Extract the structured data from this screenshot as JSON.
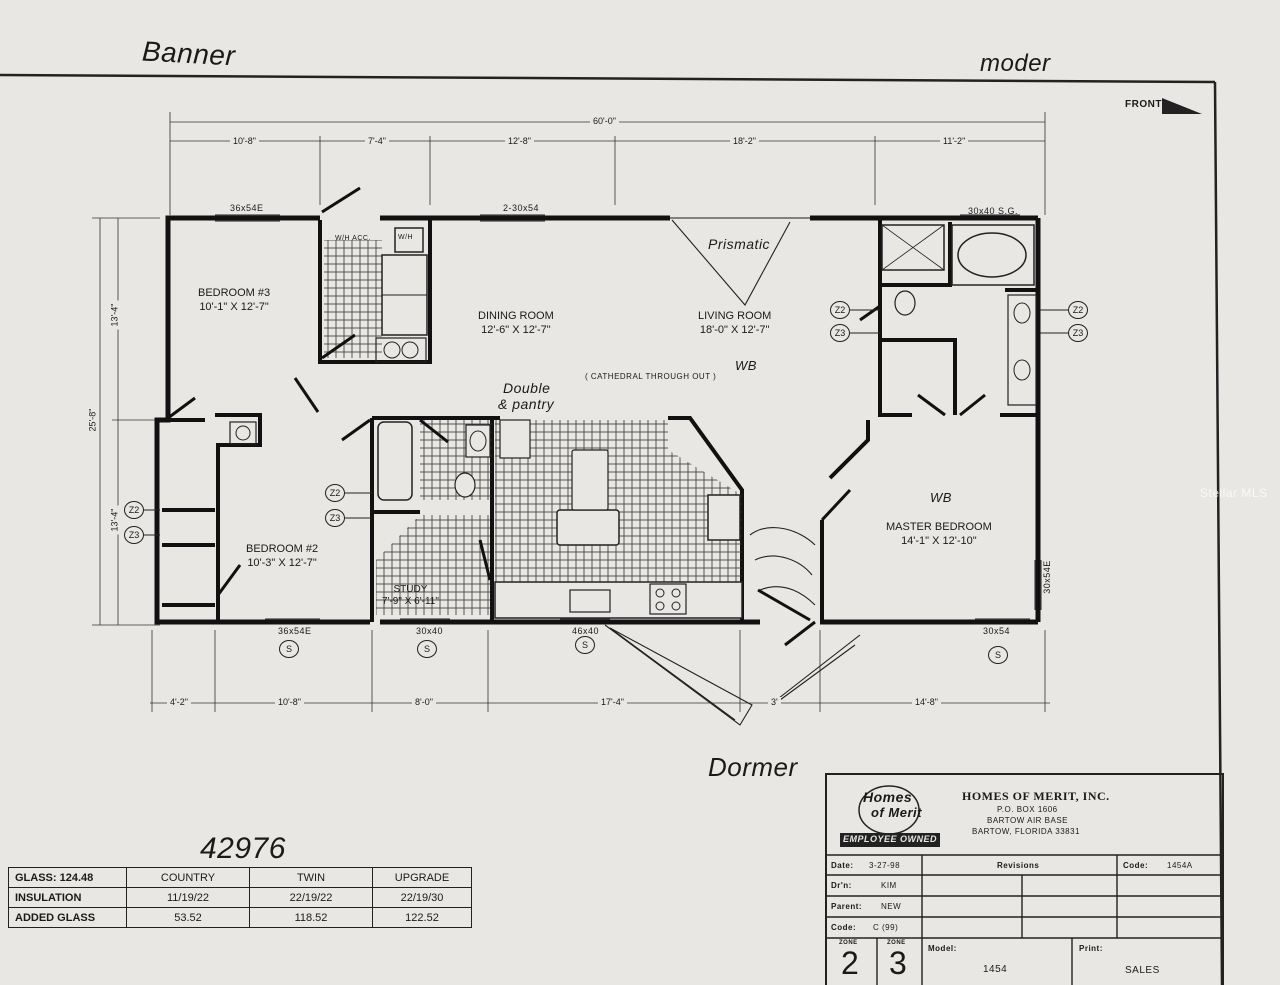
{
  "handwriting": {
    "top_left": "Banner",
    "top_right": "moder",
    "prismatic": "Prismatic",
    "wb1": "WB",
    "wb2": "WB",
    "double_pantry_1": "Double",
    "double_pantry_2": "& pantry",
    "dormer": "Dormer",
    "number": "42976"
  },
  "front_label": "FRONT",
  "dimensions": {
    "overall_width": "60'-0\"",
    "top": [
      "10'-8\"",
      "7'-4\"",
      "12'-8\"",
      "18'-2\"",
      "11'-2\""
    ],
    "bottom": [
      "4'-2\"",
      "10'-8\"",
      "8'-0\"",
      "17'-4\"",
      "3'",
      "14'-8\""
    ],
    "overall_depth": "25'-8\"",
    "left_top": "13'-4\"",
    "left_bottom": "13'-4\""
  },
  "windows": {
    "w1": "36x54E",
    "w2": "2-30x54",
    "w3": "30x40 S.G.",
    "w4": "36x54E",
    "w5": "30x40",
    "w6": "46x40",
    "w7": "30x54",
    "w8": "30x54E"
  },
  "window_marks": [
    "S",
    "S",
    "S",
    "S"
  ],
  "rooms": {
    "bedroom3": {
      "name": "BEDROOM #3",
      "size": "10'-1\" X 12'-7\""
    },
    "dining": {
      "name": "DINING ROOM",
      "size": "12'-6\" X 12'-7\""
    },
    "living": {
      "name": "LIVING ROOM",
      "size": "18'-0\" X 12'-7\""
    },
    "cathedral": "( CATHEDRAL THROUGH OUT )",
    "bedroom2": {
      "name": "BEDROOM #2",
      "size": "10'-3\" X 12'-7\""
    },
    "study": {
      "name": "STUDY",
      "size": "7'-9\" X 6'-11\""
    },
    "master": {
      "name": "MASTER BEDROOM",
      "size": "14'-1\" X 12'-10\""
    },
    "wh_acc": "W/H ACC.",
    "wh": "W/H"
  },
  "zone_marks": [
    "Z2",
    "Z3",
    "Z2",
    "Z3",
    "Z2",
    "Z3"
  ],
  "glass_table": {
    "rows": [
      [
        "GLASS: 124.48",
        "COUNTRY",
        "TWIN",
        "UPGRADE"
      ],
      [
        "INSULATION",
        "11/19/22",
        "22/19/22",
        "22/19/30"
      ],
      [
        "ADDED GLASS",
        "53.52",
        "118.52",
        "122.52"
      ]
    ]
  },
  "title_block": {
    "logo_line1": "Homes",
    "logo_line2": "of Merit",
    "logo_band": "EMPLOYEE OWNED",
    "company": "HOMES OF MERIT, INC.",
    "address1": "P.O. BOX 1606",
    "address2": "BARTOW AIR BASE",
    "address3": "BARTOW, FLORIDA  33831",
    "date_label": "Date:",
    "date_value": "3-27-98",
    "revisions_label": "Revisions",
    "code_label": "Code:",
    "code_value": "1454A",
    "drn_label": "Dr'n:",
    "drn_value": "KIM",
    "parent_label": "Parent:",
    "parent_value": "NEW",
    "code2_label": "Code:",
    "code2_value": "C (99)",
    "zone_label": "ZONE",
    "zone_a": "2",
    "zone_b": "3",
    "model_label": "Model:",
    "model_value": "1454",
    "print_label": "Print:",
    "print_value": "SALES"
  },
  "watermark": "Stellar MLS",
  "colors": {
    "paper": "#e8e7e3",
    "ink": "#1a1a1a"
  }
}
